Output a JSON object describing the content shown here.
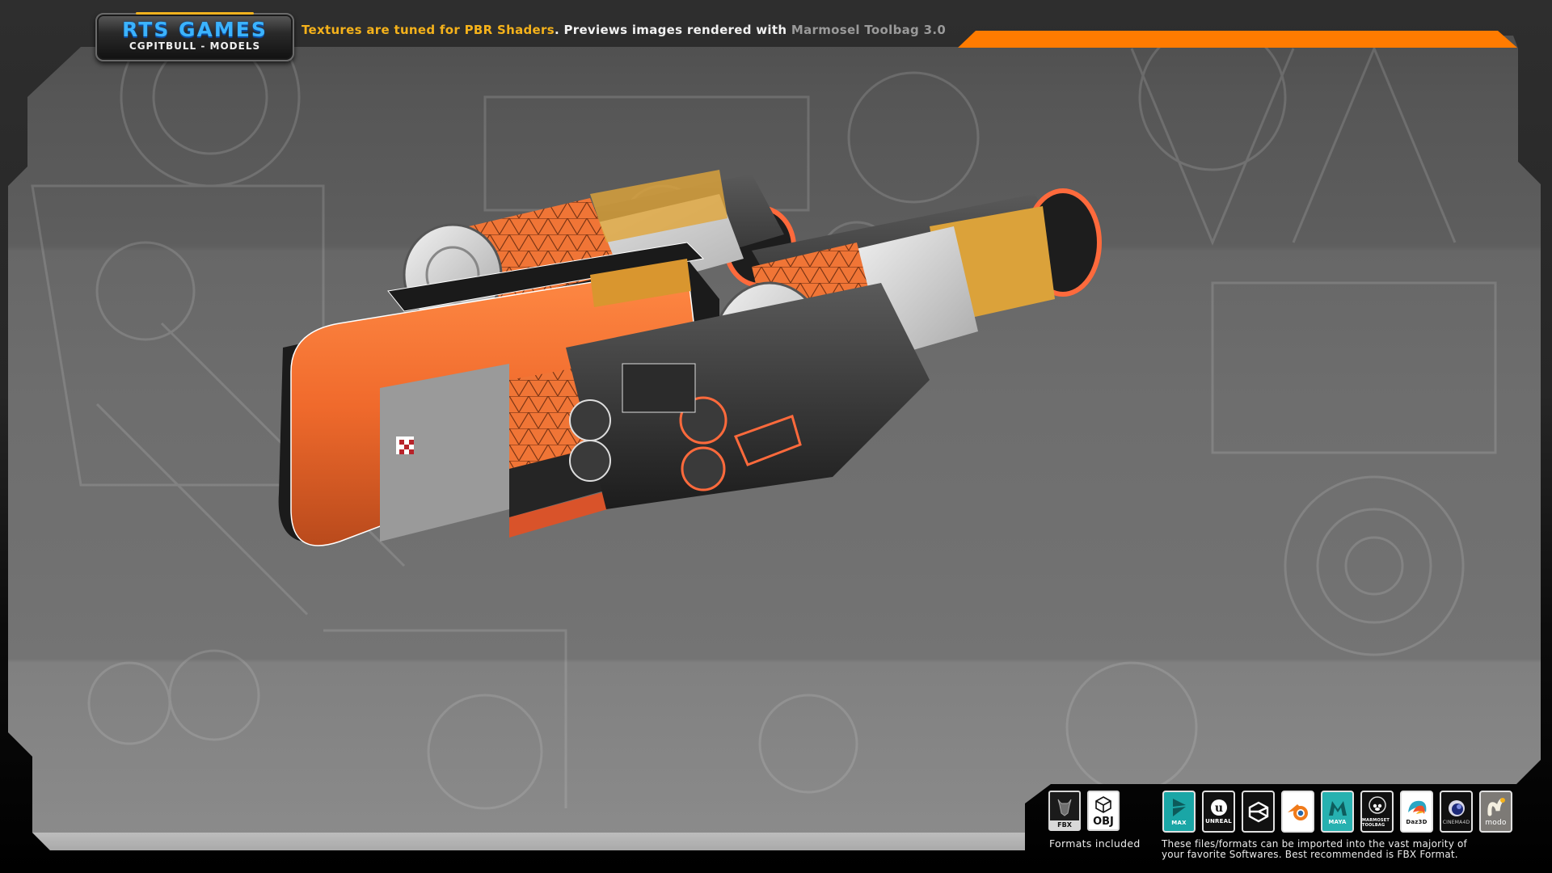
{
  "header": {
    "logo_title": "RTS GAMES",
    "logo_subtitle": "CGPITBULL - MODELS",
    "text_part1": "Textures are tuned for PBR Shaders",
    "text_part2": ". Previews images rendered with ",
    "text_part3": "Marmosel Toolbag 3.0"
  },
  "colors": {
    "accent_orange": "#ff7b00",
    "accent_yellow": "#f5b21b",
    "logo_blue": "#3bb3ff",
    "frame_dark": "#2e2e2e",
    "viewport_gray": "#6e6e6e"
  },
  "render": {
    "subject": "orange sci-fi spaceship 3D model with wireframe overlay",
    "background": "blueprint line-art on gray"
  },
  "formats": {
    "items": [
      {
        "label": "FBX",
        "icon": "fbx-file-icon"
      },
      {
        "label": "OBJ",
        "icon": "obj-file-icon"
      }
    ],
    "caption": "Formats included"
  },
  "software": {
    "items": [
      {
        "label": "MAX",
        "icon": "3ds-max-icon",
        "bg": "#1aa6a6"
      },
      {
        "label": "UNREAL",
        "icon": "unreal-engine-icon",
        "bg": "#111111"
      },
      {
        "label": "",
        "icon": "unity-icon",
        "bg": "#111111"
      },
      {
        "label": "",
        "icon": "blender-icon",
        "bg": "#ffffff"
      },
      {
        "label": "MAYA",
        "icon": "maya-icon",
        "bg": "#27b1b0"
      },
      {
        "label": "MARMOSET TOOLBAG",
        "icon": "marmoset-toolbag-icon",
        "bg": "#111111"
      },
      {
        "label": "Daz3D",
        "icon": "daz3d-icon",
        "bg": "#ffffff"
      },
      {
        "label": "CINEMA4D",
        "icon": "cinema4d-icon",
        "bg": "#111111"
      },
      {
        "label": "modo",
        "icon": "modo-icon",
        "bg": "#7d7a76"
      }
    ],
    "caption_line1": "These files/formats can be imported into the vast majority of",
    "caption_line2": "your favorite Softwares. Best recommended is FBX Format."
  }
}
